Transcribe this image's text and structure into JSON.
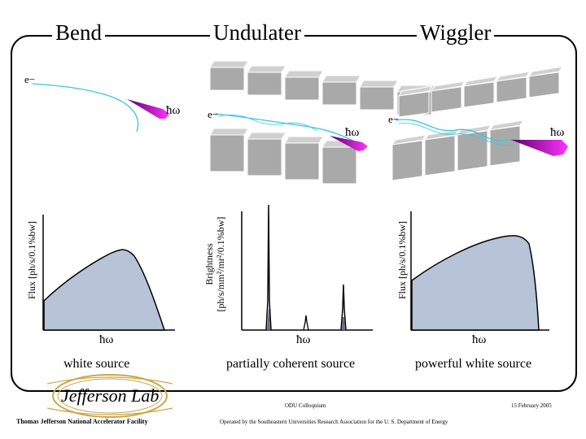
{
  "headers": {
    "bend": "Bend",
    "undulator": "Undulater",
    "wiggler": "Wiggler"
  },
  "electron_label": "e−",
  "photon_label": "ħω",
  "panels": {
    "bend": {
      "ylabel": "Flux [ph/s/0.1%bw]",
      "xlabel": "ħω",
      "caption": "white source"
    },
    "undulator": {
      "ylabel_line1": "Brightness",
      "ylabel_line2": "[ph/s/mm²/mr²/0.1%bw]",
      "xlabel": "ħω",
      "caption": "partially coherent source"
    },
    "wiggler": {
      "ylabel": "Flux [ph/s/0.1%bw]",
      "xlabel": "ħω",
      "caption": "powerful white source"
    }
  },
  "footer": {
    "logo_text": "Jefferson Lab",
    "facility": "Thomas Jefferson National Accelerator Facility",
    "talk": "ODU Colloquium",
    "date": "15 February 2005",
    "operator": "Operated by the Southeastern Universities Research Association for the U. S. Department of Energy"
  },
  "colors": {
    "electron_path": "#39c5dd",
    "photon_cone": "#c000c0",
    "curve_fill": "#b7c3d6",
    "magnet": "#b8b8b8"
  }
}
